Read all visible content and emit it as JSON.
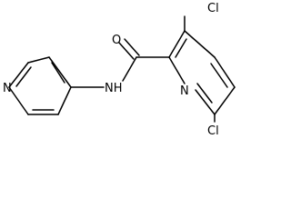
{
  "molecule": {
    "atoms": {
      "o": "O",
      "cl_top": "Cl",
      "cl_bottom": "Cl",
      "nh": "NH",
      "n_pyridine_left": "N",
      "n_pyridine_right": "N"
    }
  }
}
